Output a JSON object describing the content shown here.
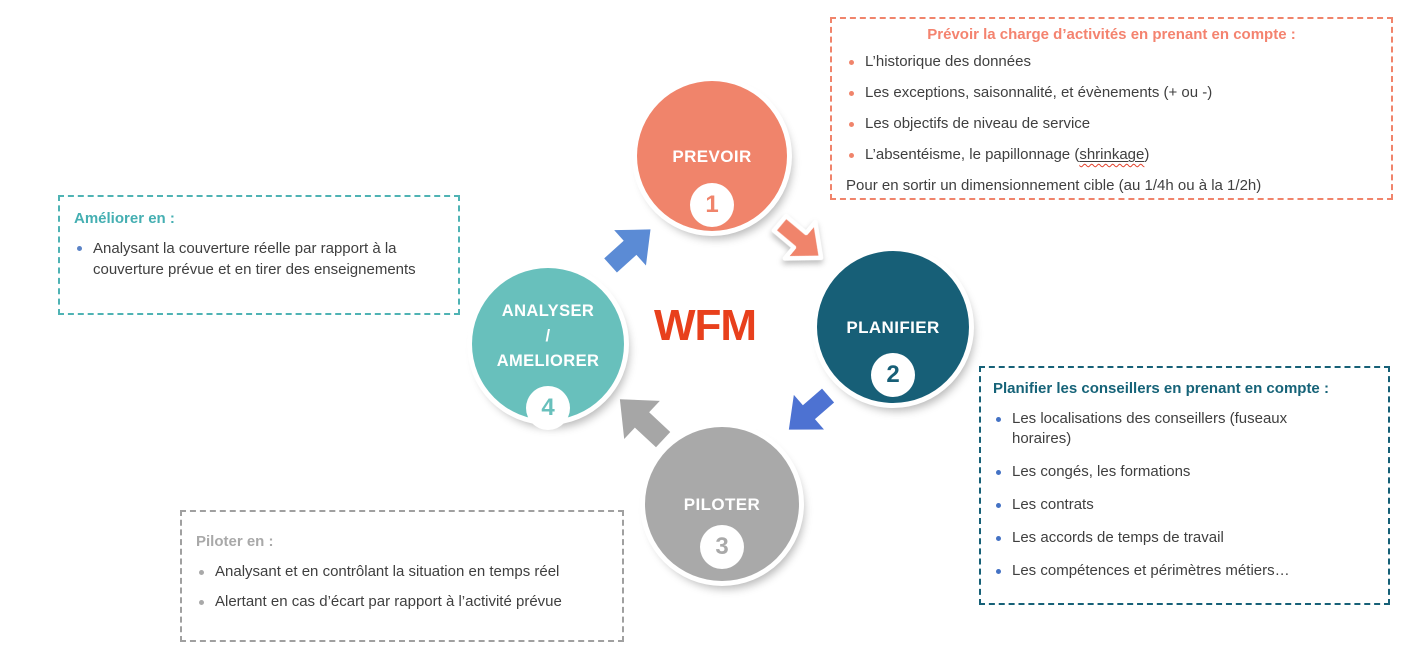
{
  "wfm": {
    "label": "WFM",
    "color": "#E8401C"
  },
  "cycle": {
    "steps": [
      {
        "name": "PREVOIR",
        "number": "1",
        "color": "#F0846B"
      },
      {
        "name": "PLANIFIER",
        "number": "2",
        "color": "#175F77"
      },
      {
        "name": "PILOTER",
        "number": "3",
        "color": "#A9A9A9"
      },
      {
        "name": "ANALYSER / AMELIORER",
        "number": "4",
        "color": "#68C0BC",
        "lines": [
          "ANALYSER",
          "/",
          "AMELIORER"
        ]
      }
    ],
    "arrows": [
      {
        "name": "analyser-to-prevoir",
        "color": "#5B8BD5"
      },
      {
        "name": "prevoir-to-planifier",
        "color": "#F0846B"
      },
      {
        "name": "planifier-to-piloter",
        "color": "#4D72D2"
      },
      {
        "name": "piloter-to-analyser",
        "color": "#A6A6A6"
      }
    ]
  },
  "boxes": {
    "prevoir": {
      "accent": "#F0846B",
      "title": "Prévoir la charge d’activités en prenant en compte :",
      "bullets": [
        "L’historique des données",
        "Les exceptions, saisonnalité, et évènements (+ ou -)",
        "Les objectifs de niveau de service"
      ],
      "bullet_shrinkage_pre": "L’absentéisme, le papillonnage (",
      "bullet_shrinkage_word": "shrinkage",
      "bullet_shrinkage_post": ")",
      "footer": "Pour en sortir un dimensionnement cible (au 1/4h ou à la 1/2h)"
    },
    "ameliorer": {
      "accent": "#4FB3B4",
      "title": "Améliorer en :",
      "bullets": [
        "Analysant la couverture réelle par rapport à la couverture prévue et en tirer des enseignements"
      ]
    },
    "piloter": {
      "accent": "#A0A0A0",
      "title": "Piloter en :",
      "bullets": [
        "Analysant et en contrôlant la situation en temps réel",
        "Alertant en cas d’écart par rapport à l’activité prévue"
      ]
    },
    "planifier": {
      "accent": "#166077",
      "title": "Planifier les conseillers en prenant en compte :",
      "bullets": [
        "Les localisations des conseillers (fuseaux horaires)",
        "Les congés, les formations",
        "Les contrats",
        "Les accords de temps de travail",
        "Les compétences et périmètres métiers…"
      ]
    }
  }
}
